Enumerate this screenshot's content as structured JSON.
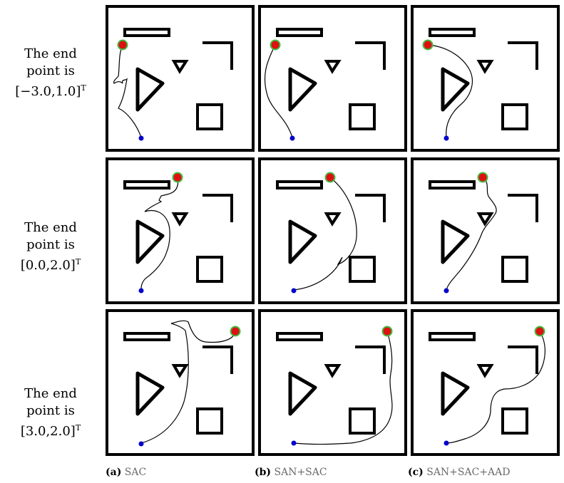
{
  "rows": [
    {
      "label_line1": "The end",
      "label_line2": "point is",
      "label_line3": "[−3.0,1.0]",
      "label_sup": "T"
    },
    {
      "label_line1": "The end",
      "label_line2": "point is",
      "label_line3": "[0.0,2.0]",
      "label_sup": "T"
    },
    {
      "label_line1": "The end",
      "label_line2": "point is",
      "label_line3": "[3.0,2.0]",
      "label_sup": "T"
    }
  ],
  "columns": [
    {
      "caption_letter": "(a)",
      "caption_name": "SAC"
    },
    {
      "caption_letter": "(b)",
      "caption_name": "SAN+SAC"
    },
    {
      "caption_letter": "(c)",
      "caption_name": "SAN+SAC+AAD"
    }
  ],
  "colors": {
    "border": "#000000",
    "obstacle": "#000000",
    "path": "#000000",
    "start_point": "#0000cc",
    "end_point": "#dd1111",
    "end_point_ring": "#44bb44"
  },
  "icons": {
    "start": "blue-dot-start-marker",
    "end": "red-dot-end-marker"
  }
}
